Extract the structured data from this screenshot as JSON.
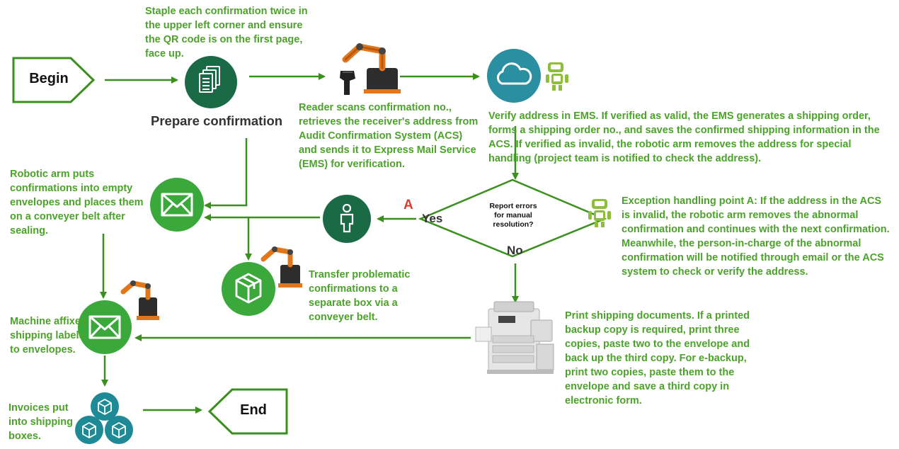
{
  "colors": {
    "green": "#4ca22a",
    "dark_green": "#1a6b45",
    "light_green": "#3aa83a",
    "teal": "#2a8fa0",
    "box_teal": "#1e8a95",
    "robot_orange": "#e2761b"
  },
  "terminals": {
    "begin": "Begin",
    "end": "End"
  },
  "steps": {
    "staple_note": "Staple each confirmation twice in the upper left corner and ensure the QR code is on the first page, face up.",
    "prepare_label": "Prepare confirmation",
    "reader_scan": "Reader scans confirmation no., retrieves the receiver's address from Audit Confirmation System (ACS) and sends it to Express Mail Service (EMS) for verification.",
    "verify_ems": "Verify address in EMS. If verified as valid, the EMS generates a shipping order, forms a shipping order no., and saves the confirmed shipping information in the ACS. If verified as invalid, the robotic arm removes the address for special handling (project team is notified to check the address).",
    "robotic_arm_envelopes": "Robotic arm puts confirmations into empty envelopes and places them on a conveyer belt after sealing.",
    "decision": "Report errors for manual resolution?",
    "yes": "Yes",
    "no": "No",
    "point_a": "A",
    "exception": "Exception handling point A: If the address in the ACS is invalid, the robotic arm removes the abnormal confirmation and continues with the next confirmation. Meanwhile, the person-in-charge of the abnormal confirmation will be notified through email or the ACS system to check or verify the address.",
    "transfer": "Transfer problematic confirmations to a separate box via a conveyer belt.",
    "machine_affixes": "Machine affixes shipping labels to envelopes.",
    "print_docs": "Print shipping documents. If a printed backup copy is required, print three copies, paste two to the envelope and back up the third copy. For e-backup, print two copies, paste them to the envelope and save a third copy in electronic form.",
    "invoices": "Invoices put into shipping boxes."
  },
  "icons": {
    "documents": "documents-icon",
    "cloud": "cloud-icon",
    "envelope": "envelope-icon",
    "person": "person-icon",
    "box": "box-icon",
    "robot": "robot-icon",
    "robotic_arm": "robotic-arm-icon",
    "barcode_scanner": "barcode-scanner-icon",
    "printer": "printer-icon"
  }
}
